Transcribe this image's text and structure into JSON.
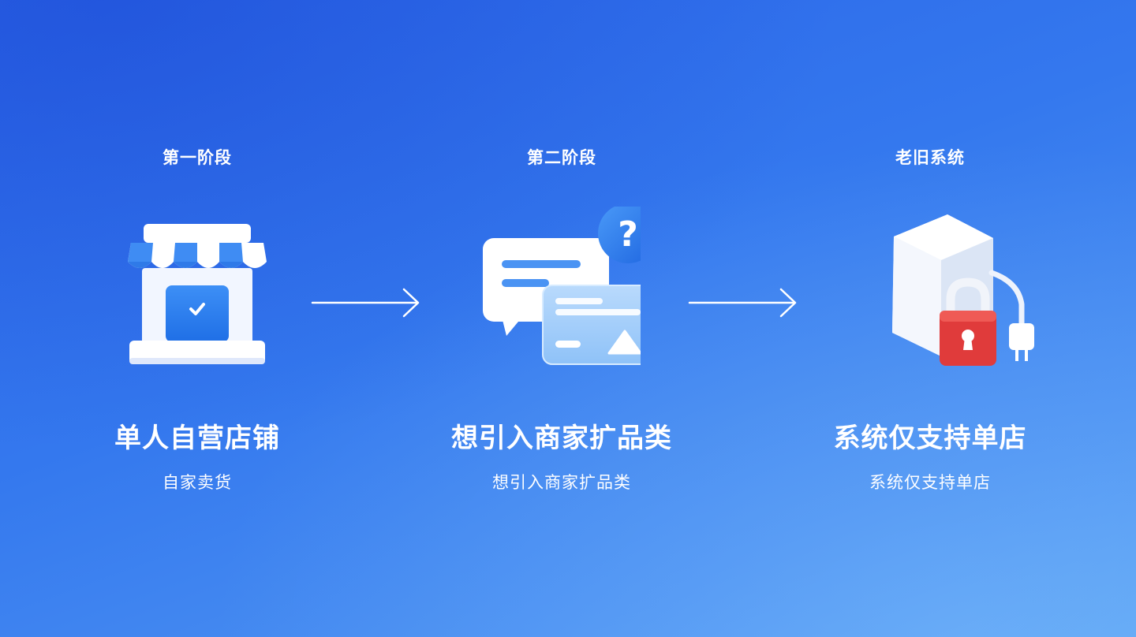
{
  "stages": [
    {
      "label": "第一阶段",
      "title": "单人自营店铺",
      "subtitle": "自家卖货",
      "icon": "storefront-icon"
    },
    {
      "label": "第二阶段",
      "title": "想引入商家扩品类",
      "subtitle": "想引入商家扩品类",
      "icon": "chat-question-card-icon"
    },
    {
      "label": "老旧系统",
      "title": "系统仅支持单店",
      "subtitle": "系统仅支持单店",
      "icon": "locked-cube-icon"
    }
  ],
  "arrows": [
    "arrow-right-icon",
    "arrow-right-icon"
  ],
  "colors": {
    "background_start": "#2a63e8",
    "background_end": "#5aa2f4",
    "text": "#ffffff",
    "lock_red": "#e03b3b",
    "accent_blue": "#2f7df0"
  }
}
